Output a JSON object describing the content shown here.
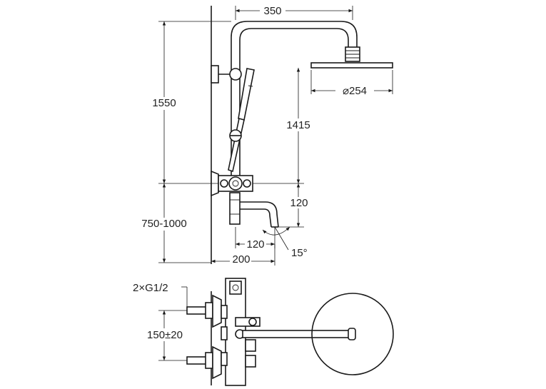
{
  "dimensions": {
    "top_width": "350",
    "head_diameter": "⌀254",
    "total_height": "1550",
    "head_height": "1415",
    "spout_drop": "120",
    "mount_height": "750-1000",
    "spout_reach": "120",
    "wall_offset": "200",
    "spout_angle": "15°",
    "inlet_thread": "2×G1/2",
    "inlet_spacing": "150±20"
  },
  "colors": {
    "line": "#1a1a1a",
    "background": "#ffffff"
  }
}
